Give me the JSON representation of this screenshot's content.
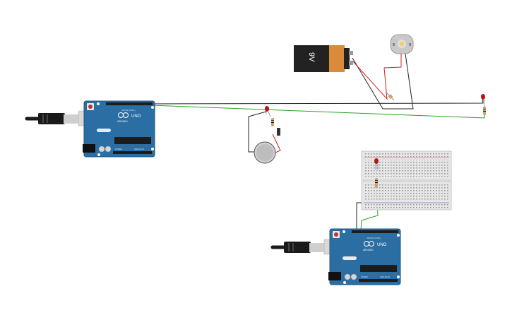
{
  "arduino": {
    "brand_label": "ARDUINO",
    "model_label": "UNO",
    "pin_label_digital": "DIGITAL (PWM~)",
    "pin_label_power": "POWER",
    "pin_label_analog": "ANALOG IN"
  },
  "battery": {
    "label": "9V"
  },
  "colors": {
    "board": "#2b6ea3",
    "board_dark": "#1f5684",
    "wire_black": "#222222",
    "wire_green": "#2aa02a",
    "wire_red": "#d02020",
    "battery_body": "#222222",
    "battery_cap": "#d98a3a",
    "breadboard": "#e6e6e6",
    "led_red": "#b01818"
  },
  "icons": {
    "usb_plug": "usb-plug-icon",
    "battery": "battery-9v-icon",
    "motor": "dc-motor-icon",
    "buzzer": "piezo-buzzer-icon",
    "led": "led-icon",
    "resistor": "resistor-icon",
    "breadboard": "breadboard-icon"
  }
}
